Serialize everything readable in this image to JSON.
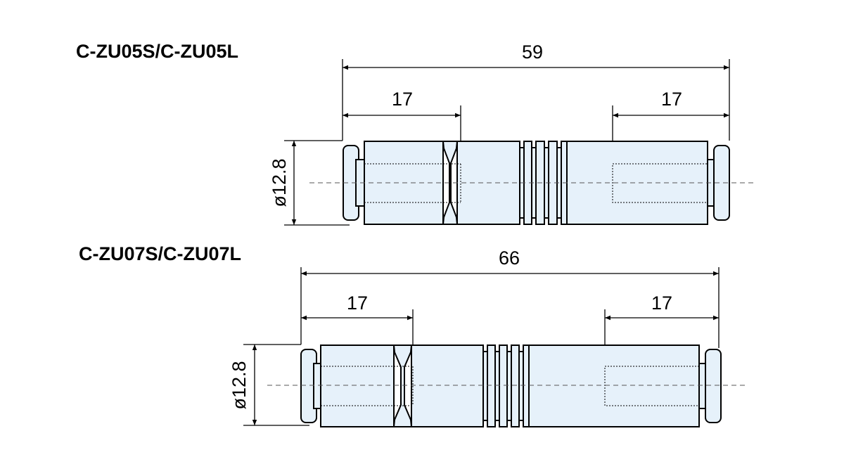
{
  "fittings": [
    {
      "model": "C-ZU05S/C-ZU05L",
      "overall_length": "59",
      "left_socket_depth": "17",
      "right_socket_depth": "17",
      "diameter": "ø12.8"
    },
    {
      "model": "C-ZU07S/C-ZU07L",
      "overall_length": "66",
      "left_socket_depth": "17",
      "right_socket_depth": "17",
      "diameter": "ø12.8"
    }
  ],
  "colors": {
    "body": "#e6f1fa",
    "line": "#000000"
  }
}
